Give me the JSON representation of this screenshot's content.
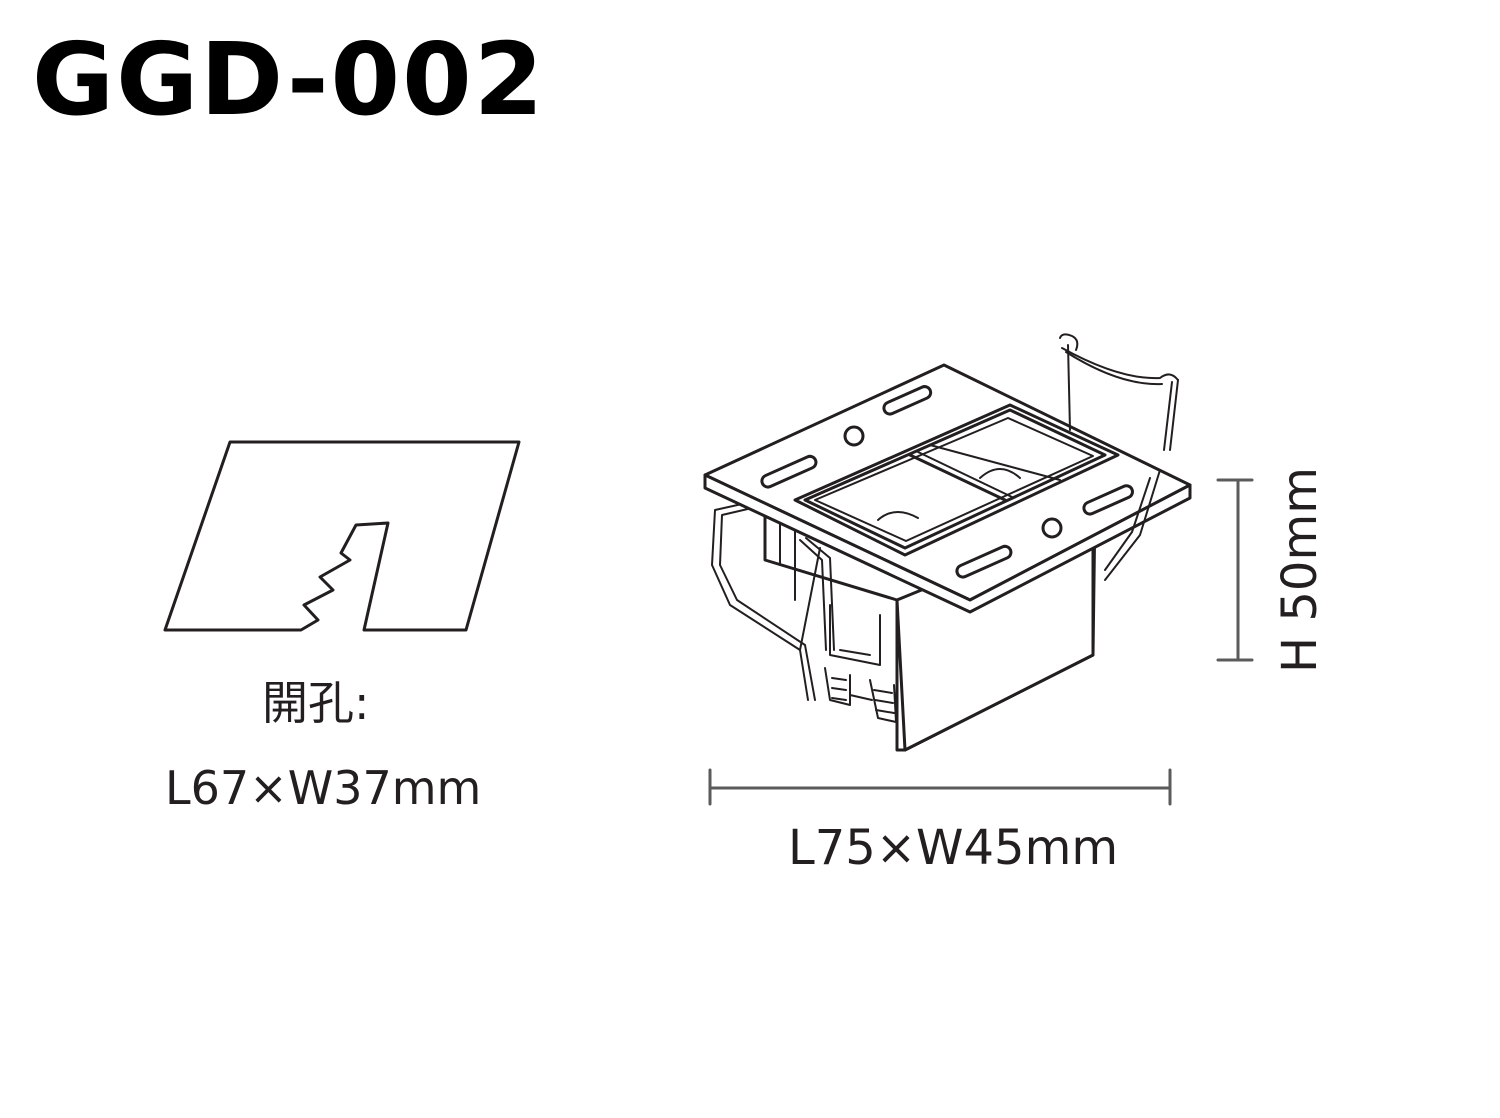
{
  "product": {
    "model": "GGD-002"
  },
  "cutout": {
    "label": "開孔:",
    "dimensions": "L67×W37mm"
  },
  "product_size": {
    "footprint": "L75×W45mm",
    "height": "H 50mm"
  }
}
